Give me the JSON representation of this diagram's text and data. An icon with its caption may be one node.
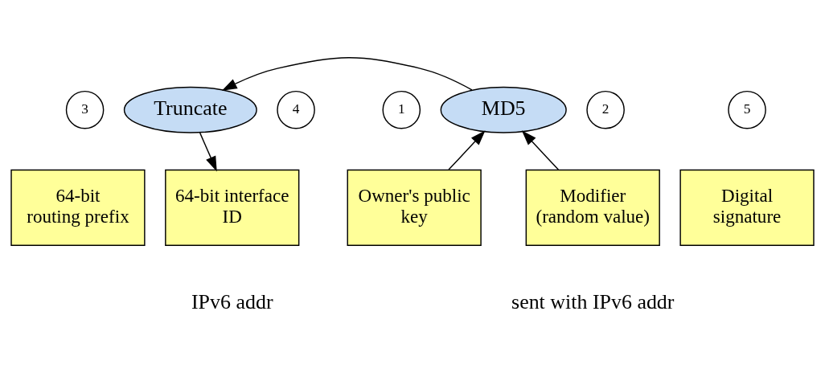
{
  "diagram": {
    "nodes": [
      {
        "text": [
          "3"
        ]
      },
      {
        "text": [
          "Truncate"
        ]
      },
      {
        "text": [
          "MD5"
        ]
      },
      {
        "text": [
          "4"
        ]
      },
      {
        "text": [
          "1"
        ]
      },
      {
        "text": [
          "2"
        ]
      },
      {
        "text": [
          "5"
        ]
      },
      {
        "text": [
          "64-bit routing prefix"
        ]
      },
      {
        "text": [
          "64-bit interface ID"
        ]
      },
      {
        "text": [
          "Owner's public key"
        ]
      },
      {
        "text": [
          "Modifier (random value)"
        ]
      },
      {
        "text": [
          "Digital signature"
        ]
      }
    ],
    "edges": [
      {
        "from": 2,
        "to": 1,
        "arrow": "to"
      },
      {
        "from": 1,
        "to": 8,
        "arrow": "to"
      },
      {
        "from": 9,
        "to": 2,
        "arrow": "to"
      },
      {
        "from": 10,
        "to": 2,
        "arrow": "to"
      }
    ],
    "labels": [
      "IPv6 addr",
      "sent with IPv6 addr"
    ]
  }
}
